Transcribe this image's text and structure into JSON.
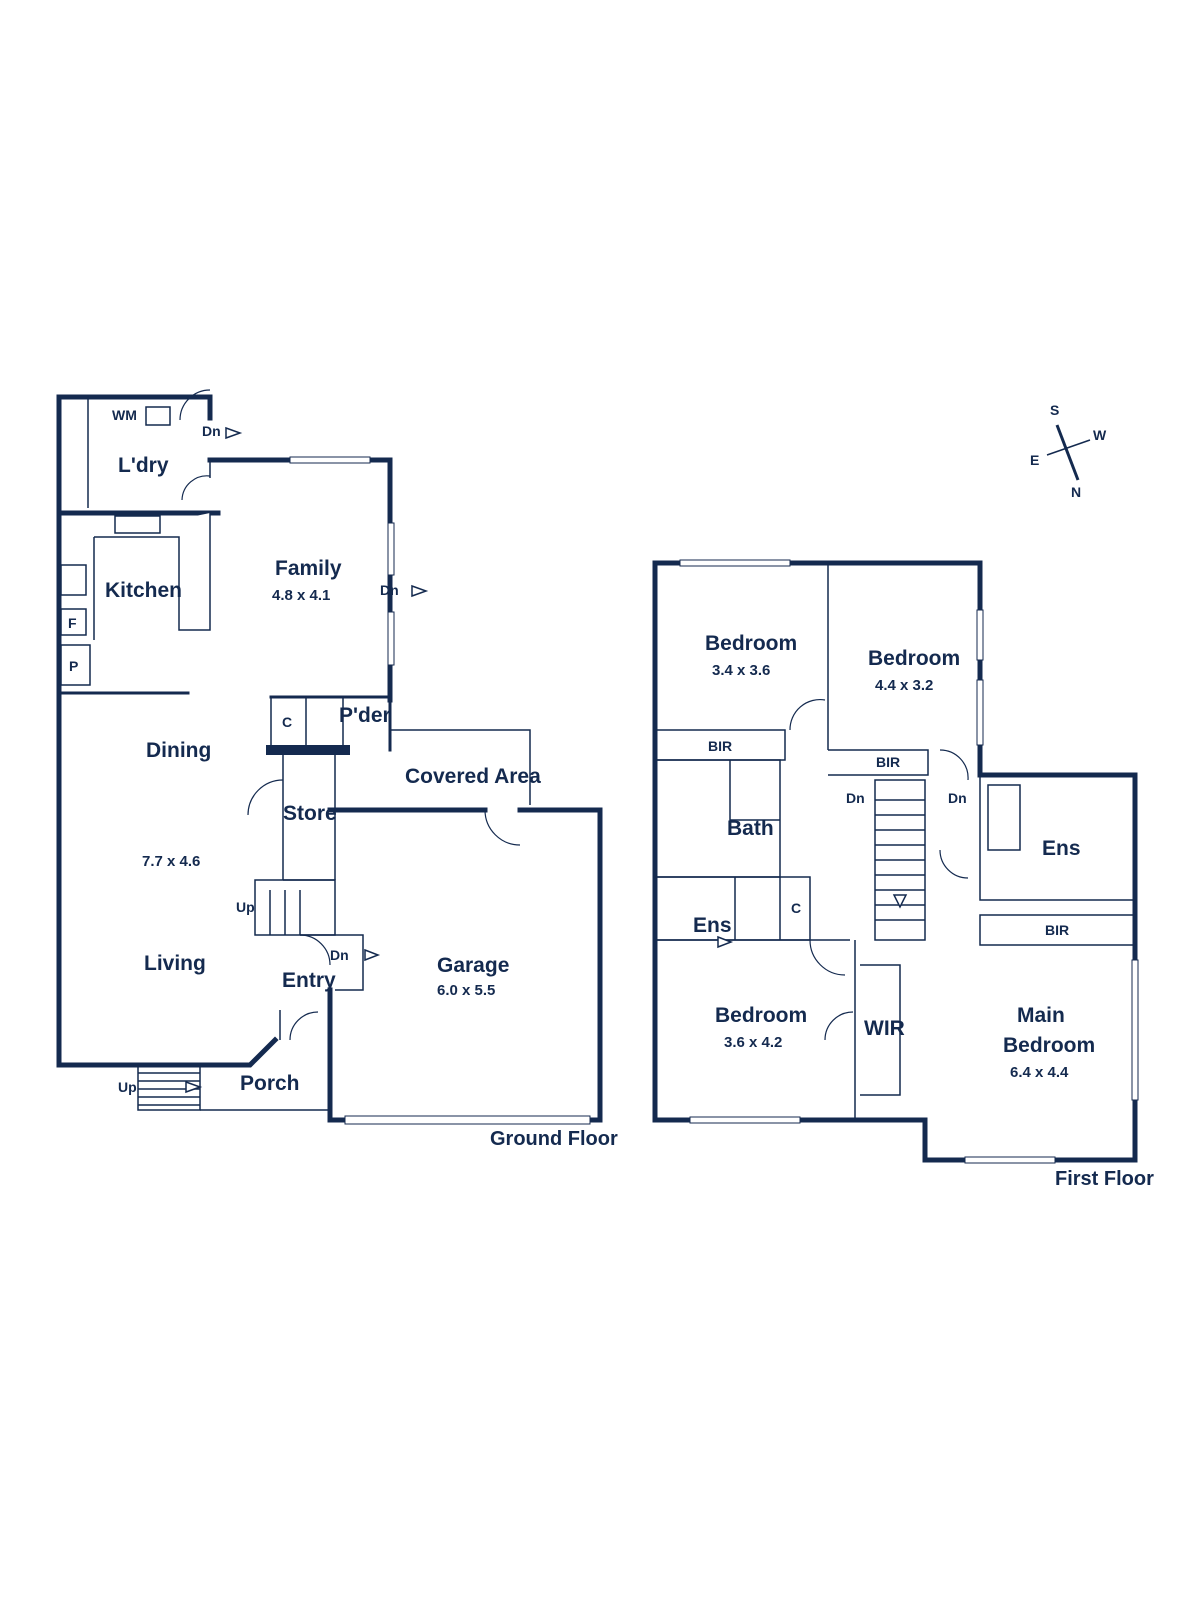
{
  "ground_floor": {
    "title": "Ground Floor",
    "rooms": {
      "laundry": "L'dry",
      "wm": "WM",
      "kitchen": "Kitchen",
      "family": "Family",
      "family_dim": "4.8 x 4.1",
      "fridge": "F",
      "pantry": "P",
      "dining": "Dining",
      "dining_living_dim": "7.7 x 4.6",
      "living": "Living",
      "cupboard": "C",
      "powder": "P'der",
      "store": "Store",
      "covered_area": "Covered Area",
      "entry": "Entry",
      "porch": "Porch",
      "garage": "Garage",
      "garage_dim": "6.0 x 5.5"
    },
    "stairs": {
      "dn_laundry": "Dn",
      "dn_family": "Dn",
      "dn_entry": "Dn",
      "up_living": "Up",
      "up_porch": "Up"
    }
  },
  "first_floor": {
    "title": "First Floor",
    "rooms": {
      "bed1": "Bedroom",
      "bed1_dim": "3.4 x 3.6",
      "bed2": "Bedroom",
      "bed2_dim": "4.4 x 3.2",
      "bir1": "BIR",
      "bir2": "BIR",
      "bath": "Bath",
      "ens1": "Ens",
      "cupboard": "C",
      "bed3": "Bedroom",
      "bed3_dim": "3.6 x 4.2",
      "wir": "WIR",
      "ens2": "Ens",
      "bir3": "BIR",
      "main1": "Main",
      "main2": "Bedroom",
      "main_dim": "6.4 x 4.4"
    },
    "stairs": {
      "dn_left": "Dn",
      "dn_right": "Dn"
    }
  },
  "compass": {
    "s": "S",
    "w": "W",
    "e": "E",
    "n": "N"
  },
  "colors": {
    "ink": "#142a4f",
    "background": "#ffffff"
  }
}
